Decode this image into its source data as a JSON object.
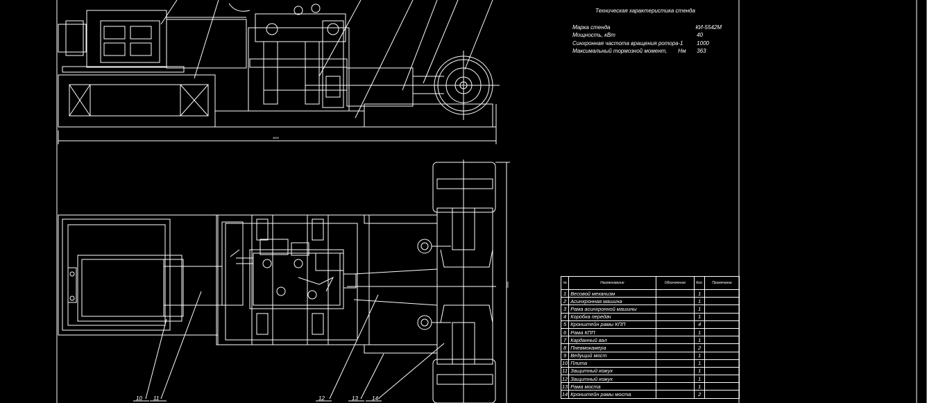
{
  "spec": {
    "title": "Техническая характеристика стенда",
    "rows": [
      {
        "label": "Марка   стенда",
        "unit": "",
        "value": "КИ-5542М"
      },
      {
        "label": "Мощность,   кВт",
        "unit": "",
        "value": "40"
      },
      {
        "label": "Синхронная частота вращения ротора, мин",
        "unit": "-1",
        "value": "1000"
      },
      {
        "label": "Максимальный тормозной момент,",
        "unit": "Нм",
        "value": "363"
      }
    ]
  },
  "dimensions": {
    "overall_length": "4600",
    "overall_width": "2600"
  },
  "callouts": [
    "10",
    "11",
    "12",
    "13",
    "14"
  ],
  "bom": {
    "headers": [
      "№",
      "Наименование",
      "Обозначение",
      "Кол.",
      "Примечание"
    ],
    "rows": [
      {
        "n": "1",
        "name": "Весовой механизм",
        "qty": "1"
      },
      {
        "n": "2",
        "name": "Асинхронная машина",
        "qty": "1"
      },
      {
        "n": "3",
        "name": "Рама асинхронной машины",
        "qty": "1"
      },
      {
        "n": "4",
        "name": "Коробка передач",
        "qty": "1"
      },
      {
        "n": "5",
        "name": "Кронштейн рамы КПП",
        "qty": "4"
      },
      {
        "n": "6",
        "name": "Рама КПП",
        "qty": "1"
      },
      {
        "n": "7",
        "name": "Карданный вал",
        "qty": "1"
      },
      {
        "n": "8",
        "name": "Пневмокамера",
        "qty": "2"
      },
      {
        "n": "9",
        "name": "Ведущий мост",
        "qty": "1"
      },
      {
        "n": "10",
        "name": "Плита",
        "qty": "1"
      },
      {
        "n": "11",
        "name": "Защитный кожух",
        "qty": "1"
      },
      {
        "n": "12",
        "name": "Защитный кожух",
        "qty": "1"
      },
      {
        "n": "13",
        "name": "Рама моста",
        "qty": "1"
      },
      {
        "n": "14",
        "name": "Кронштейн рамы моста",
        "qty": "2"
      }
    ]
  }
}
